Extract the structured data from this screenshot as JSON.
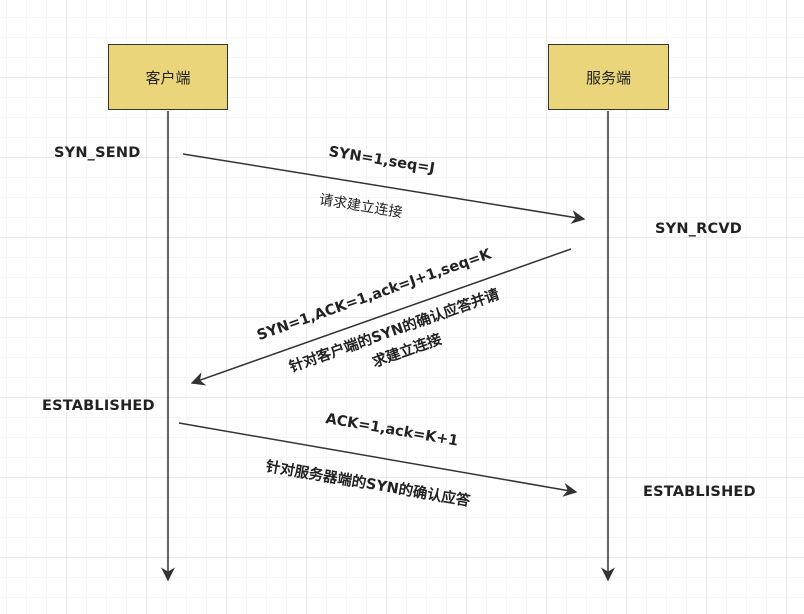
{
  "actors": {
    "client": "客户端",
    "server": "服务端"
  },
  "states": {
    "syn_send": "SYN_SEND",
    "syn_rcvd": "SYN_RCVD",
    "client_established": "ESTABLISHED",
    "server_established": "ESTABLISHED"
  },
  "messages": [
    {
      "label": "SYN=1,seq=J",
      "note": "请求建立连接"
    },
    {
      "label": "SYN=1,ACK=1,ack=J+1,seq=K",
      "note_line1": "针对客户端的SYN的确认应答并请",
      "note_line2": "求建立连接"
    },
    {
      "label": "ACK=1,ack=K+1",
      "note": "针对服务器端的SYN的确认应答"
    }
  ]
}
